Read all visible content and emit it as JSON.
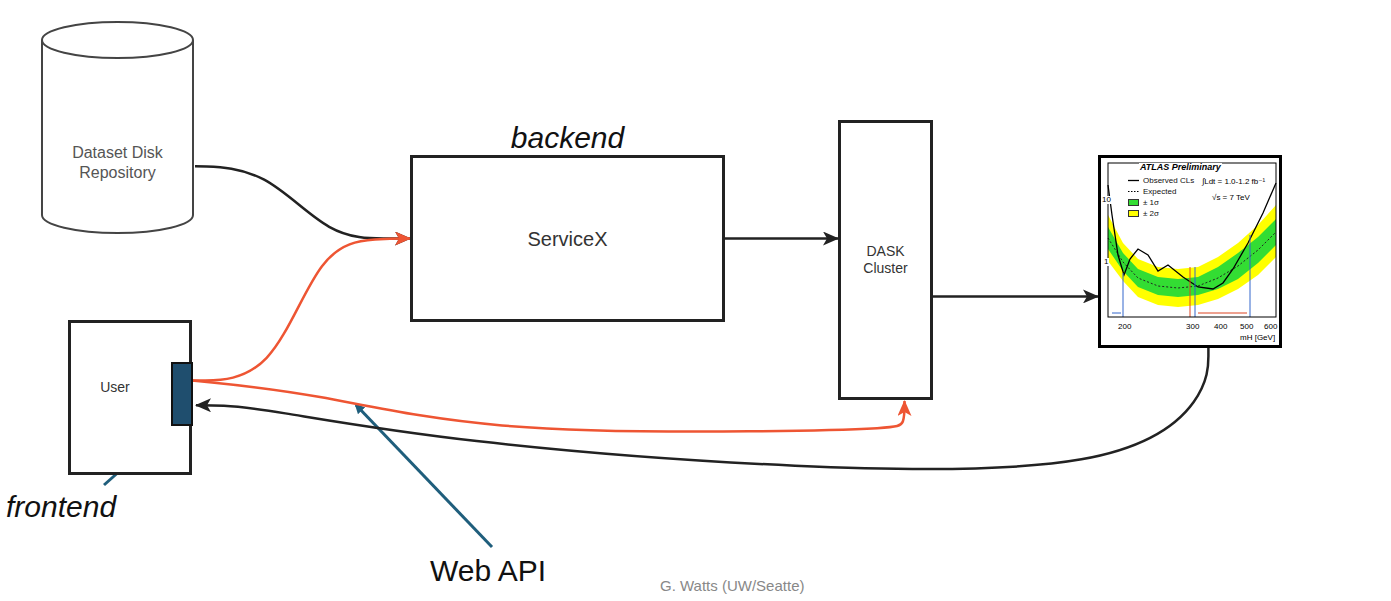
{
  "diagram": {
    "nodes": [
      {
        "text": [
          "Dataset Disk Repository"
        ]
      },
      {
        "text": [
          "backend",
          "ServiceX"
        ]
      },
      {
        "text": [
          "DASK Cluster"
        ]
      },
      {
        "text": [
          "ATLAS Preliminary",
          "∫Ldt = 1.0-1.2 fb⁻¹",
          "√s = 7 TeV",
          "10",
          "1",
          "200",
          "300",
          "400",
          "500",
          "600",
          "mH [GeV]"
        ]
      },
      {
        "text": [
          "User"
        ]
      }
    ],
    "edges": [
      {
        "from": 0,
        "to": 1,
        "arrow": "to"
      },
      {
        "from": 4,
        "to": 1,
        "arrow": "to"
      },
      {
        "from": 1,
        "to": 2,
        "arrow": "to"
      },
      {
        "from": 4,
        "to": 2,
        "arrow": "to"
      },
      {
        "from": 2,
        "to": 3,
        "arrow": "to"
      },
      {
        "from": 3,
        "to": 4,
        "arrow": "to"
      }
    ],
    "labels": [
      "frontend",
      "Web API",
      "G. Watts (UW/Seatte)"
    ],
    "legend": [
      {
        "text": "Observed CLs"
      },
      {
        "text": "Expected"
      },
      {
        "text": "± 1σ",
        "color": "#33dd33"
      },
      {
        "text": "± 2σ",
        "color": "#ffff00"
      }
    ]
  }
}
